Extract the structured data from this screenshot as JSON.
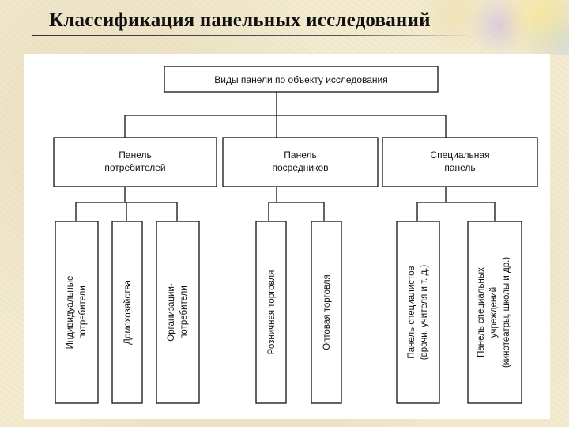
{
  "slide": {
    "title": "Классификация панельных исследований"
  },
  "diagram": {
    "root": "Виды панели по объекту исследования",
    "groups": [
      {
        "line1": "Панель",
        "line2": "потребителей",
        "children": [
          {
            "line1": "Индивидуальные",
            "line2": "потребители"
          },
          {
            "line1": "Домохозяйства",
            "line2": ""
          },
          {
            "line1": "Организации-",
            "line2": "потребители"
          }
        ]
      },
      {
        "line1": "Панель",
        "line2": "посредников",
        "children": [
          {
            "line1": "Розничная торговля",
            "line2": ""
          },
          {
            "line1": "Оптовая торговля",
            "line2": ""
          }
        ]
      },
      {
        "line1": "Специальная",
        "line2": "панель",
        "children": [
          {
            "line1": "Панель специалистов",
            "line2": "(врачи, учителя и т. д.)"
          },
          {
            "line1": "Панель специальных",
            "line2": "учреждений",
            "line3": "(кинотеатры, школы и др.)"
          }
        ]
      }
    ]
  }
}
